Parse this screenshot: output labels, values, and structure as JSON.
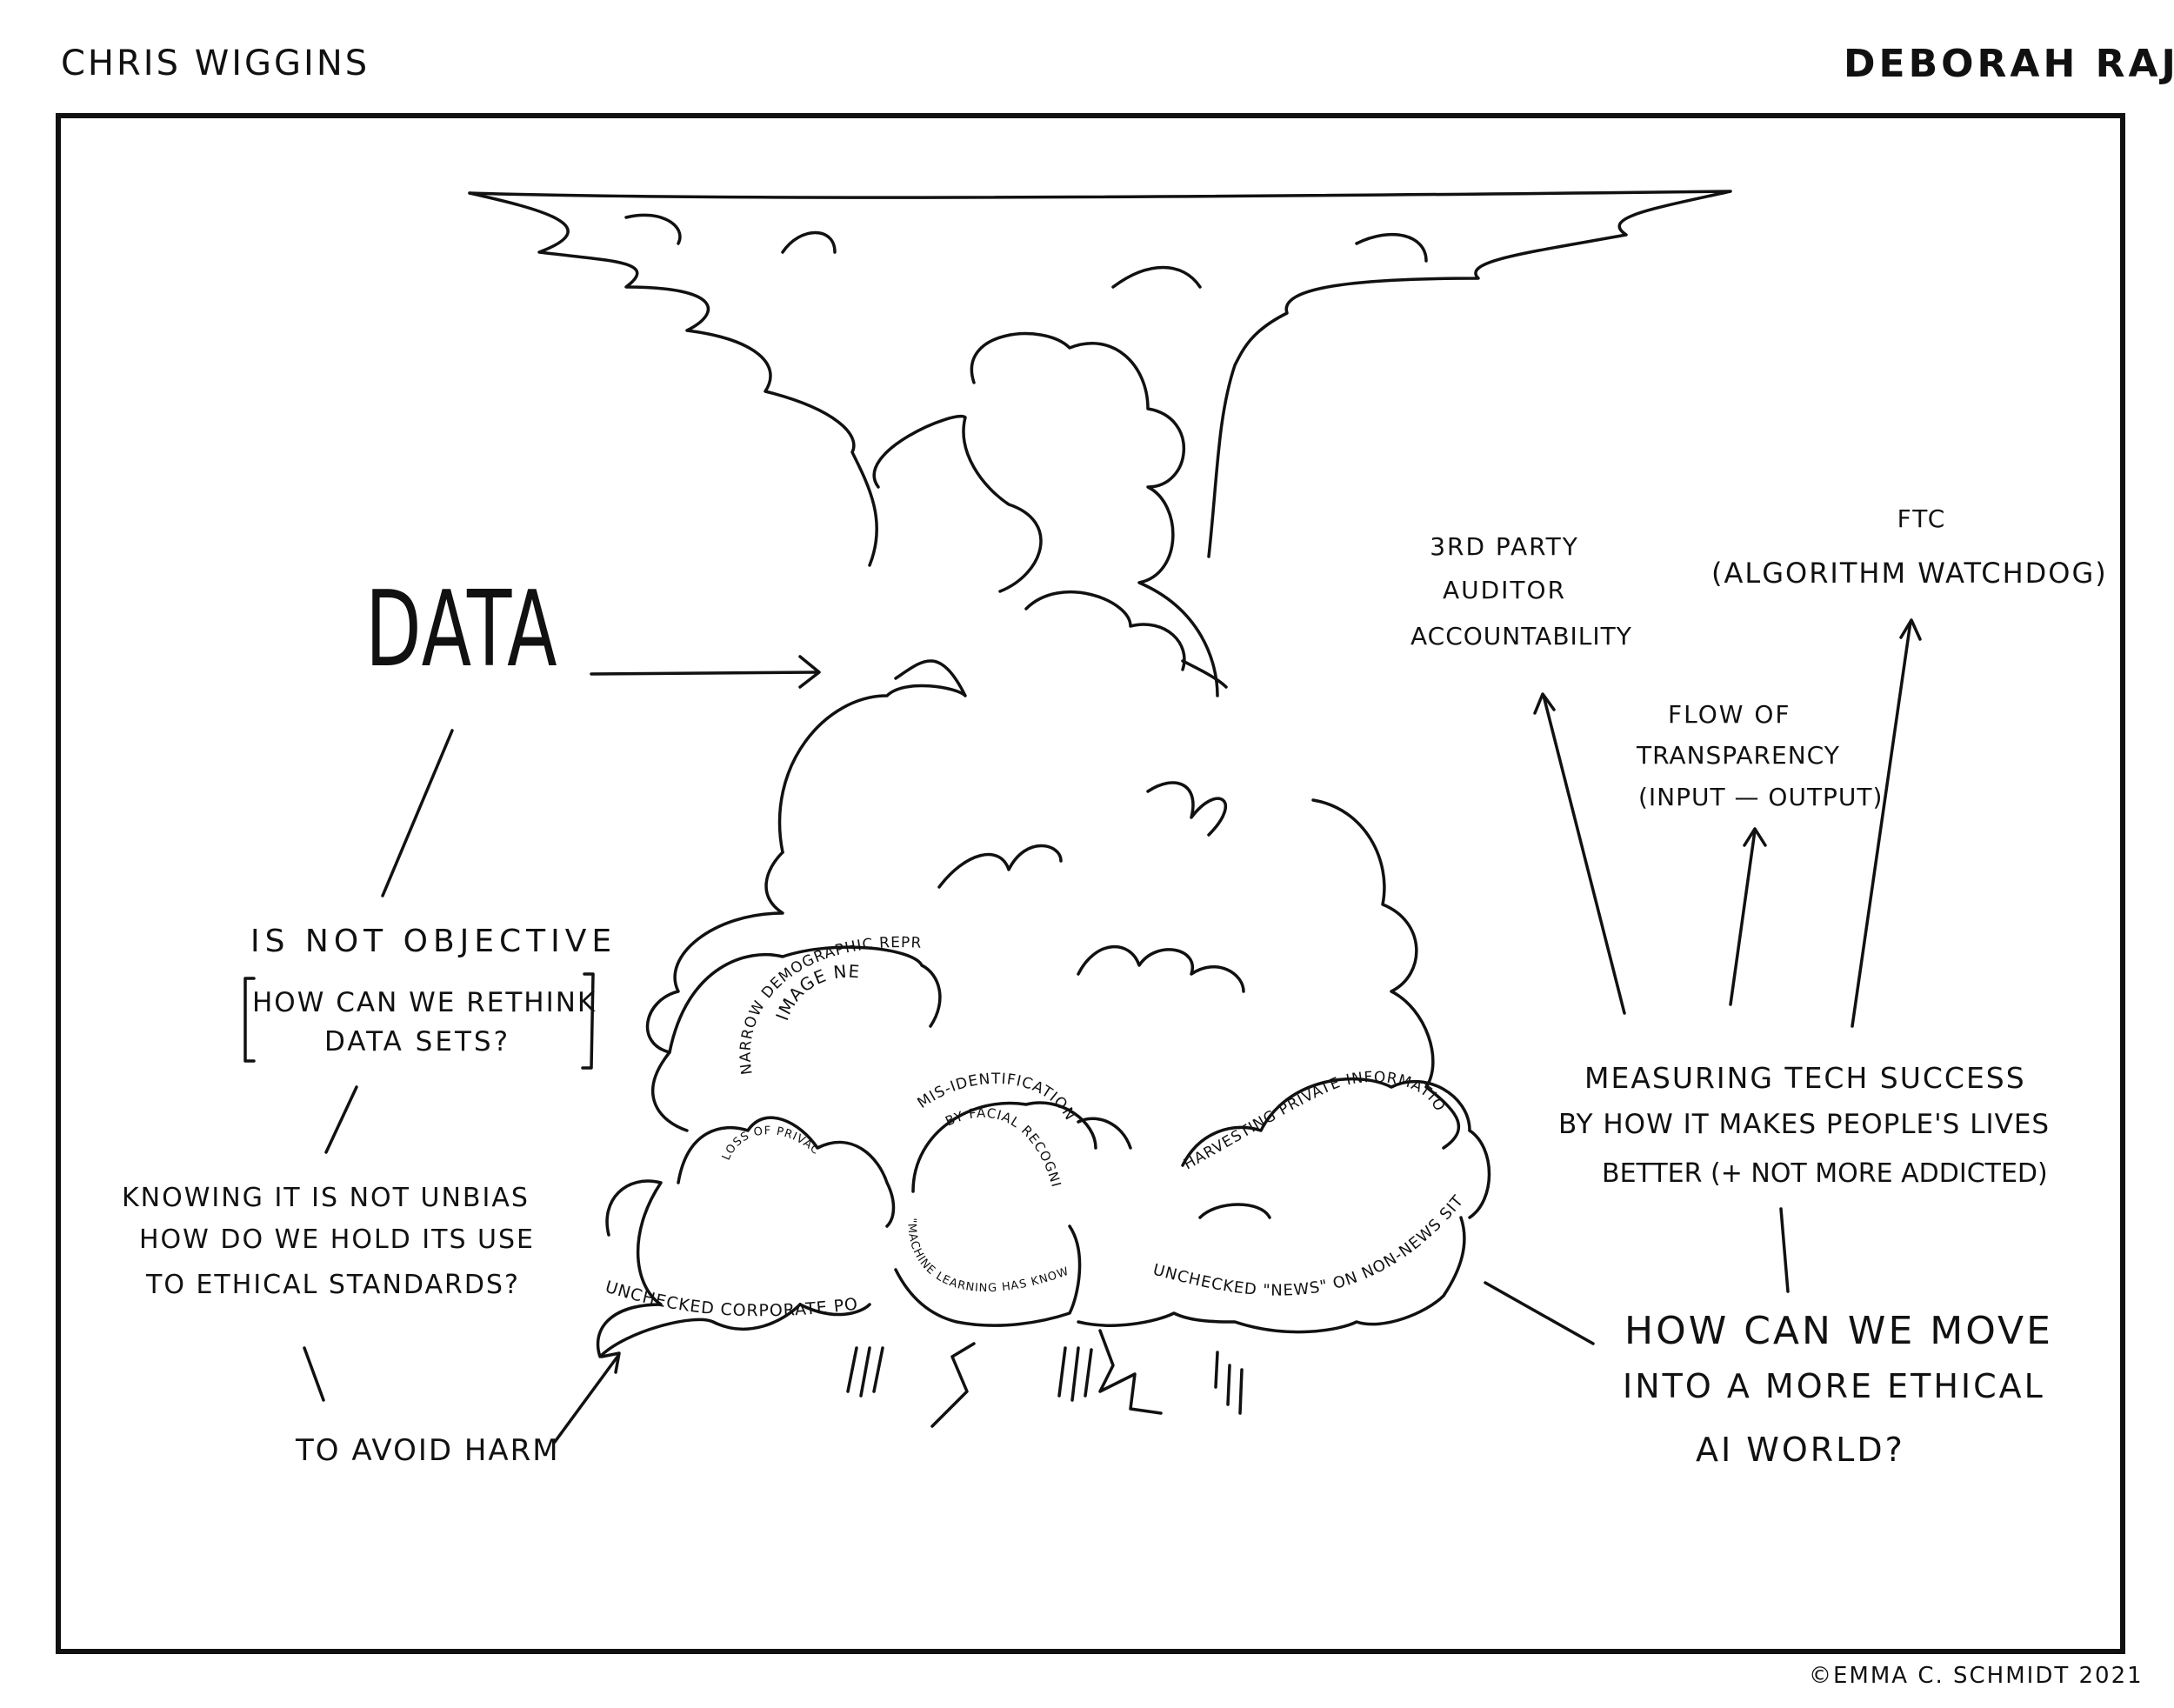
{
  "header": {
    "left_name": "CHRIS WIGGINS",
    "right_name": "DEBORAH RAJI"
  },
  "left": {
    "data_word": "DATA",
    "not_objective": "IS NOT OBJECTIVE",
    "rethink_line1": "HOW CAN WE RETHINK",
    "rethink_line2": "DATA SETS?",
    "unbias_line1": "KNOWING IT IS NOT UNBIAS",
    "unbias_line2": "HOW DO WE HOLD ITS USE",
    "unbias_line3": "TO ETHICAL STANDARDS?",
    "avoid_harm": "TO AVOID HARM"
  },
  "cloud_labels": {
    "narrow": "NARROW DEMOGRAPHIC REPRESENTATION",
    "image_net": "IMAGE NET",
    "privacy": "LOSS OF PRIVACY",
    "misid_1": "MIS-IDENTIFICATION",
    "misid_2": "BY FACIAL RECOGNITION",
    "harvest": "HARVESTING PRIVATE INFORMATION",
    "corporate": "UNCHECKED CORPORATE POWER",
    "ml_sins": "\"MACHINE LEARNING HAS KNOWN SINS\"",
    "news": "UNCHECKED \"NEWS\" ON NON-NEWS SITES"
  },
  "right": {
    "auditor_line1": "3RD PARTY",
    "auditor_line2": "AUDITOR",
    "auditor_line3": "ACCOUNTABILITY",
    "ftc_line1": "FTC",
    "ftc_line2": "(ALGORITHM WATCHDOG)",
    "flow_line1": "FLOW OF",
    "flow_line2": "TRANSPARENCY",
    "flow_line3": "(INPUT — OUTPUT)",
    "measure_line1": "MEASURING TECH SUCCESS",
    "measure_line2": "BY HOW IT MAKES PEOPLE'S LIVES",
    "measure_line3": "BETTER (+ NOT MORE ADDICTED)",
    "move_line1": "HOW CAN WE MOVE",
    "move_line2": "INTO A MORE ETHICAL",
    "move_line3": "AI WORLD?"
  },
  "footer": {
    "credit": "©EMMA C. SCHMIDT 2021"
  }
}
